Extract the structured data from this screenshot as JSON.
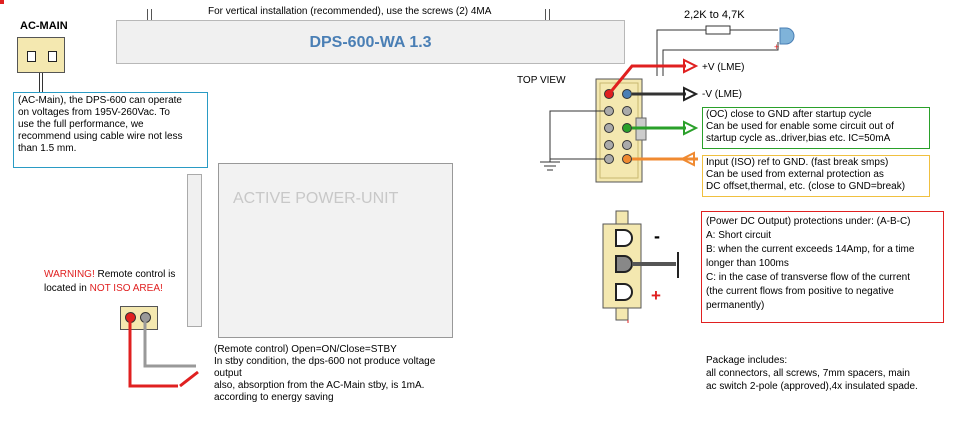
{
  "top_note": "For vertical installation (recommended), use the screws (2) 4MA",
  "model": "DPS-600-WA 1.3",
  "ac_main": {
    "title": "AC-MAIN",
    "desc": [
      "(AC-Main), the DPS-600 can operate",
      "on voltages from 195V-260Vac. To",
      "use the full performance, we",
      "recommend using cable wire not less",
      "than 1.5 mm."
    ]
  },
  "unit_label": "ACTIVE POWER-UNIT",
  "top_view": "TOP VIEW",
  "resistor_label": "2,2K to 4,7K",
  "led_plus": "+",
  "pins": {
    "v_plus": "+V (LME)",
    "v_minus": "-V (LME)"
  },
  "oc_box": [
    "(OC) close to GND after startup cycle",
    "Can be used for enable some circuit out of",
    "startup cycle as..driver,bias etc. IC=50mA"
  ],
  "iso_box": [
    "Input (ISO) ref to GND. (fast break smps)",
    "Can be used from external protection as",
    "DC offset,thermal, etc. (close to GND=break)"
  ],
  "output": {
    "minus": "-",
    "plus": "+",
    "protection": [
      "(Power DC Output) protections under: (A-B-C)",
      "A: Short circuit",
      "B: when the current exceeds 14Amp, for a time",
      "longer than 100ms",
      "C: in the case of transverse flow of the current",
      "(the current flows from positive to negative",
      "permanently)"
    ]
  },
  "warning": {
    "w1": "WARNING!",
    "w2": " Remote control is",
    "w3": "located in ",
    "w4": "NOT ISO AREA!"
  },
  "remote": [
    "(Remote control) Open=ON/Close=STBY",
    "In stby condition, the dps-600 not produce voltage",
    "output",
    "also, absorption from the AC-Main stby, is 1mA.",
    "according to energy saving"
  ],
  "package": [
    "Package includes:",
    "all connectors, all screws, 7mm spacers, main",
    "ac switch 2-pole (approved),4x insulated spade."
  ],
  "colors": {
    "red": "#e02020",
    "blue": "#4a7fb5",
    "green": "#2aa02a",
    "orange": "#f08a30",
    "teal": "#2a9bc4",
    "warning": "#e02020"
  }
}
